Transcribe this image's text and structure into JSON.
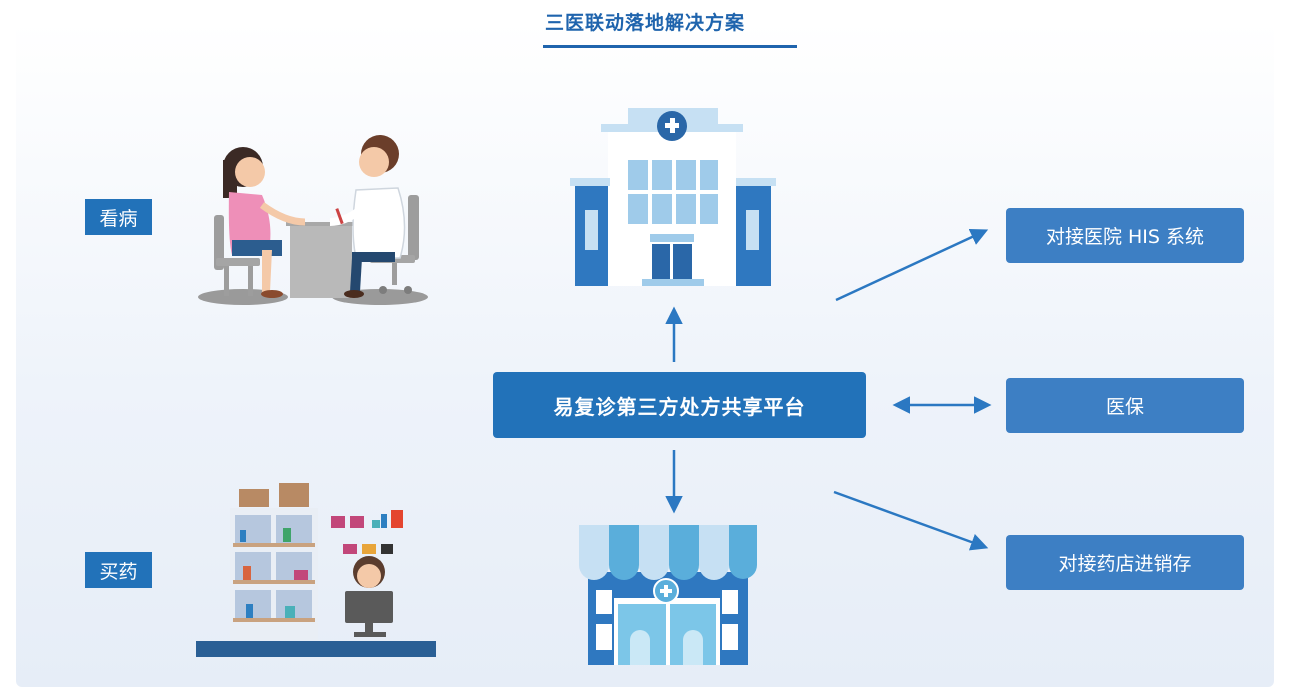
{
  "title": "三医联动落地解决方案",
  "left_labels": {
    "see_doctor": "看病",
    "buy_medicine": "买药"
  },
  "center": {
    "platform": "易复诊第三方处方共享平台"
  },
  "right_boxes": {
    "his": "对接医院 HIS 系统",
    "insurance": "医保",
    "pharmacy_stock": "对接药店进销存"
  },
  "colors": {
    "primary": "#2272b9",
    "box": "#3d7fc4",
    "arrow": "#2b78c2",
    "title": "#1f64ad"
  },
  "icons": {
    "hospital": "hospital-building-icon",
    "pharmacy": "pharmacy-store-icon",
    "consultation": "doctor-patient-illustration",
    "drugstore": "pharmacist-counter-illustration"
  }
}
